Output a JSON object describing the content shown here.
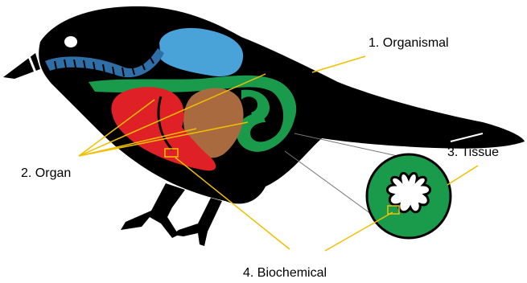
{
  "labels": {
    "organismal": "1.  Organismal",
    "organ": "2.  Organ",
    "tissue": "3.  Tissue",
    "biochemical": "4.  Biochemical"
  },
  "colors": {
    "bird_body": "#000000",
    "leader_line": "#f0c000",
    "intestine": "#1a9b4b",
    "liver": "#e02027",
    "gizzard": "#a86a3e",
    "lung": "#4aa3d8",
    "trachea": "#2f6fa8",
    "tissue_section": "#1a9b4b",
    "magnifier_line": "#777777"
  }
}
